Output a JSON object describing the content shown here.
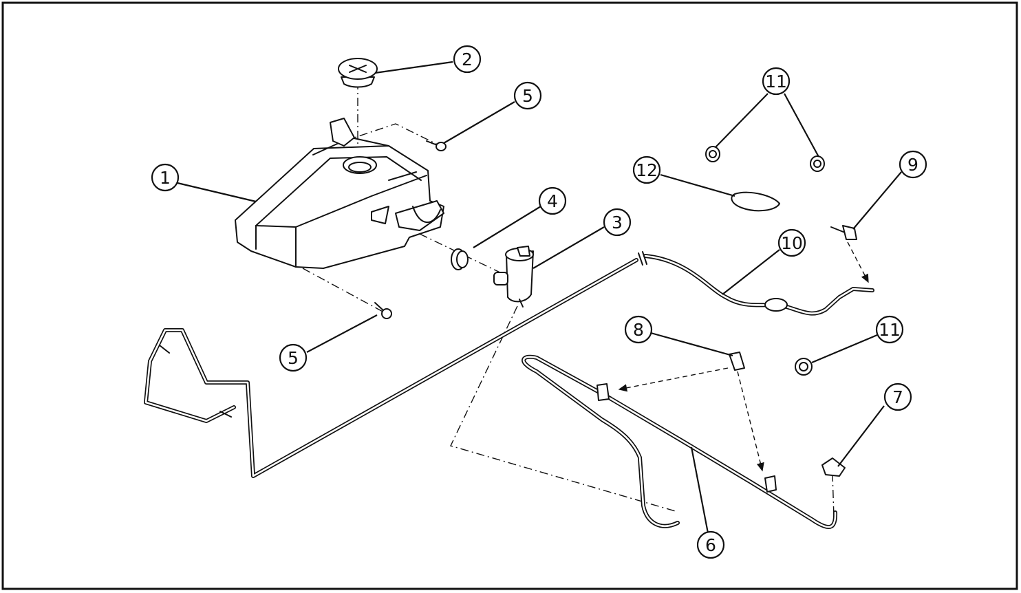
{
  "callouts": [
    {
      "id": "callout-1",
      "label": "1"
    },
    {
      "id": "callout-2",
      "label": "2"
    },
    {
      "id": "callout-3",
      "label": "3"
    },
    {
      "id": "callout-4",
      "label": "4"
    },
    {
      "id": "callout-5a",
      "label": "5"
    },
    {
      "id": "callout-5b",
      "label": "5"
    },
    {
      "id": "callout-6",
      "label": "6"
    },
    {
      "id": "callout-7",
      "label": "7"
    },
    {
      "id": "callout-8",
      "label": "8"
    },
    {
      "id": "callout-9",
      "label": "9"
    },
    {
      "id": "callout-10",
      "label": "10"
    },
    {
      "id": "callout-11a",
      "label": "11"
    },
    {
      "id": "callout-11b",
      "label": "11"
    },
    {
      "id": "callout-12",
      "label": "12"
    }
  ],
  "colors": {
    "ink": "#111111",
    "background": "#ffffff"
  }
}
